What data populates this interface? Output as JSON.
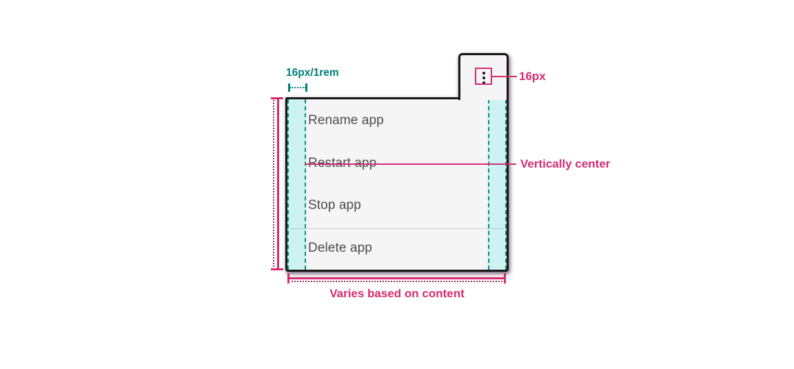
{
  "menu": {
    "trigger_icon": "kebab-overflow",
    "items": [
      {
        "label": "Rename app"
      },
      {
        "label": "Restart app"
      },
      {
        "label": "Stop app"
      },
      {
        "label": "Delete app"
      }
    ]
  },
  "annotations": {
    "padding_label": "16px/1rem",
    "trigger_size_label": "16px",
    "vertical_center_label": "Vertically center",
    "width_label": "Varies based on content"
  },
  "colors": {
    "annotation_pink": "#d62b6f",
    "annotation_teal": "#007d79",
    "padding_highlight_fill": "#ccf3f1",
    "padding_highlight_dash": "#0b8b84",
    "menu_background": "#f5f5f5",
    "menu_border": "#161616",
    "item_text": "#4c4c4c"
  }
}
